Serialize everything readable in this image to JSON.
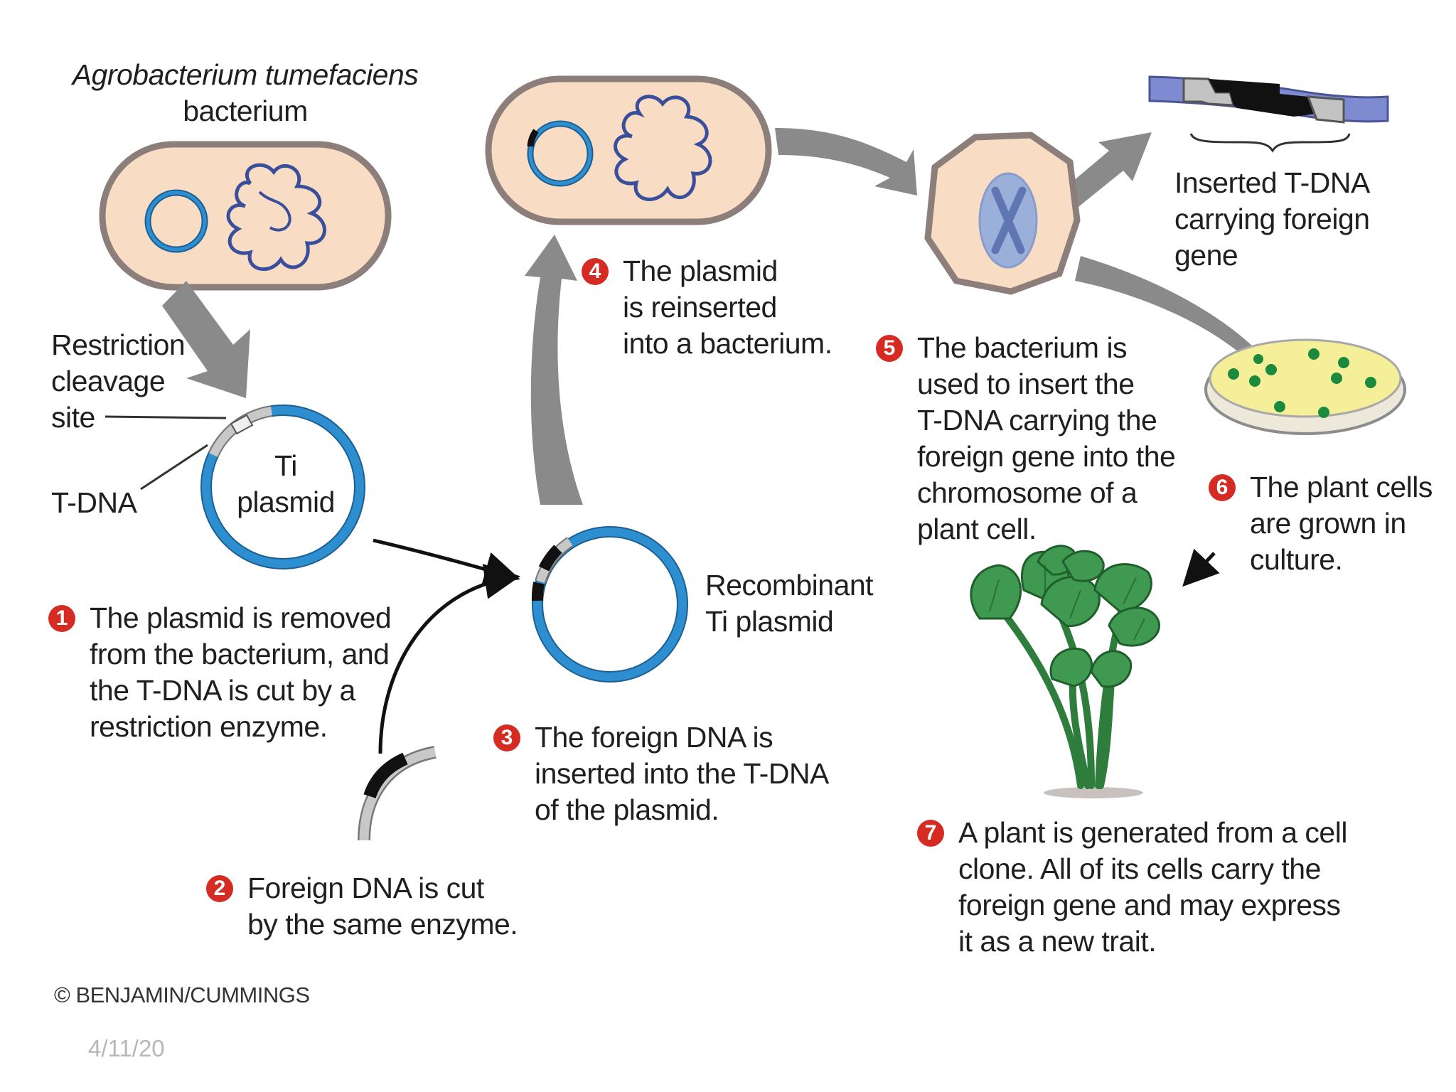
{
  "labels": {
    "bacterium_name": "Agrobacterium tumefaciens",
    "bacterium_word": "bacterium",
    "restriction_site": [
      "Restriction",
      "cleavage",
      "site"
    ],
    "t_dna": "T-DNA",
    "ti_plasmid": [
      "Ti",
      "plasmid"
    ],
    "recombinant": [
      "Recombinant",
      "Ti plasmid"
    ],
    "inserted_tdna": [
      "Inserted T-DNA",
      "carrying foreign",
      "gene"
    ]
  },
  "steps": [
    {
      "number": "1",
      "lines": [
        "The plasmid is removed",
        "from the bacterium, and",
        "the T-DNA is cut by a",
        "restriction enzyme."
      ]
    },
    {
      "number": "2",
      "lines": [
        "Foreign DNA is cut",
        "by the same enzyme."
      ]
    },
    {
      "number": "3",
      "lines": [
        "The foreign DNA is",
        "inserted into the T-DNA",
        "of the plasmid."
      ]
    },
    {
      "number": "4",
      "lines": [
        "The plasmid",
        "is reinserted",
        "into a bacterium."
      ]
    },
    {
      "number": "5",
      "lines": [
        "The bacterium is",
        "used to insert the",
        "T-DNA carrying the",
        "foreign gene into the",
        "chromosome of a",
        "plant cell."
      ]
    },
    {
      "number": "6",
      "lines": [
        "The plant cells",
        "are grown in",
        "culture."
      ]
    },
    {
      "number": "7",
      "lines": [
        "A plant is generated from a cell",
        "clone. All of its cells carry the",
        "foreign gene and may express",
        "it as a new trait."
      ]
    }
  ],
  "credit": "© BENJAMIN/CUMMINGS",
  "footer_date": "4/11/20",
  "colors": {
    "bacterium_fill": "#f8dcc4",
    "bacterium_outline": "#8c7f7b",
    "plasmid_blue": "#2d8fd0",
    "arrow_gray": "#8a8a8a",
    "step_badge_red": "#d62b22",
    "leaf_green": "#3f9950",
    "petri_fill": "#f6ef9a"
  }
}
